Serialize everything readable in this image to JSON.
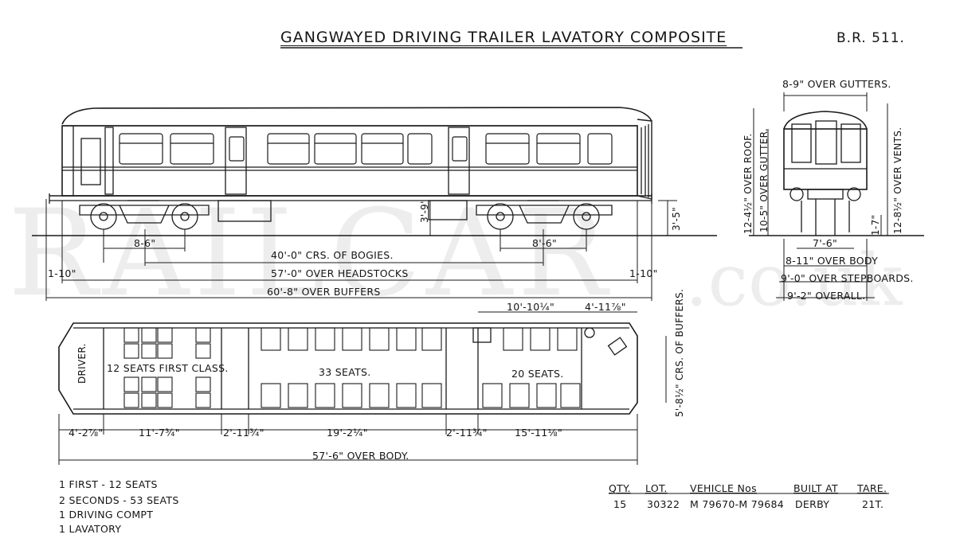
{
  "title": "GANGWAYED DRIVING TRAILER LAVATORY COMPOSITE",
  "diagram_ref": "B.R. 511.",
  "watermark": {
    "main": "RAILCAR",
    "suffix": ".co.uk"
  },
  "side_dims": {
    "bogie_wheelbase_left": "8-6\"",
    "bogie_wheelbase_right": "8'-6\"",
    "bogie_centres": "40'-0\" CRS. OF BOGIES.",
    "over_headstocks": "57'-0\" OVER HEADSTOCKS",
    "over_buffers": "60'-8\" OVER BUFFERS",
    "overhang_left": "1-10\"",
    "overhang_right": "1-10\"",
    "tank_height": "3'-9\"",
    "rail_to_floor": "3'-5\""
  },
  "end_dims": {
    "over_gutters": "8-9\" OVER GUTTERS.",
    "over_roof": "12-4½\" OVER ROOF.",
    "over_gutter_h": "10-5\" OVER GUTTER.",
    "over_vents": "12-8½\" OVER VENTS.",
    "step_height": "1-7\"",
    "bogie_width": "7'-6\"",
    "over_body": "8-11\" OVER BODY",
    "over_stepboards": "9'-0\" OVER STEPBOARDS.",
    "overall": "9'-2\" OVERALL."
  },
  "plan": {
    "driver": "DRIVER.",
    "first_class": "12 SEATS FIRST CLASS.",
    "seats_33": "33 SEATS.",
    "seats_20": "20 SEATS.",
    "crs_of_buffers": "5'-8½\" CRS. OF BUFFERS.",
    "dim_top_1": "10'-10¼\"",
    "dim_top_2": "4'-11⅞\"",
    "dim_bottom": [
      "4'-2⅞\"",
      "11'-7¾\"",
      "2'-11¾\"",
      "19'-2¼\"",
      "2'-11¾\"",
      "15'-11⅛\""
    ],
    "over_body": "57'-6\" OVER BODY."
  },
  "accommodation": [
    "1 FIRST - 12 SEATS",
    "2 SECONDS - 53 SEATS",
    "1 DRIVING COMPT",
    "1 LAVATORY"
  ],
  "table": {
    "headers": [
      "QTY.",
      "LOT.",
      "VEHICLE Nos",
      "BUILT AT",
      "TARE."
    ],
    "row": [
      "15",
      "30322",
      "M 79670-M 79684",
      "DERBY",
      "21T."
    ]
  }
}
